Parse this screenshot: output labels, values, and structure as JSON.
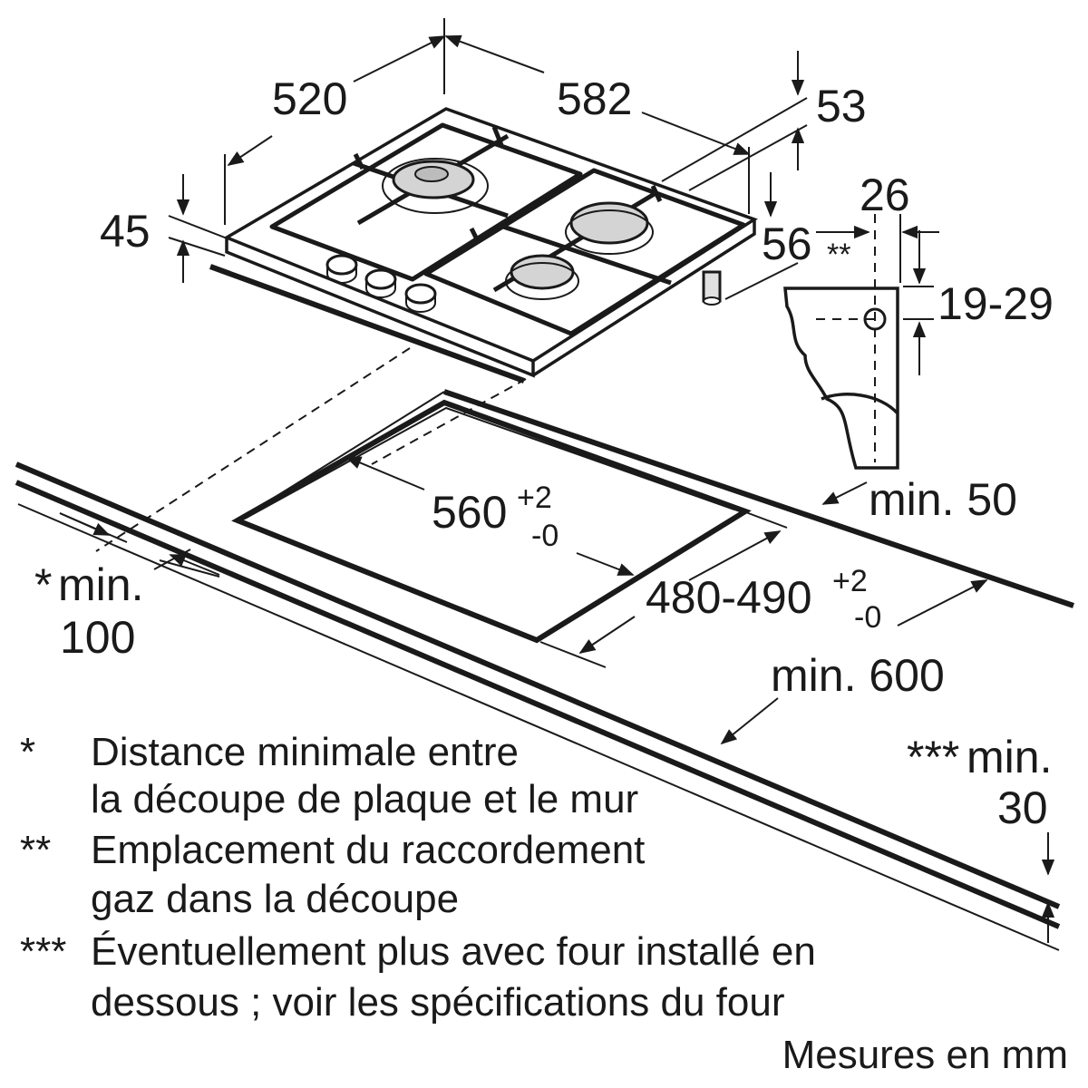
{
  "dimensions": {
    "depth": "520",
    "width": "582",
    "thickness_top": "53",
    "height": "45",
    "connector_offset": "56",
    "connector_offset_mark": "**",
    "bracket_width": "26",
    "bracket_range": "19-29",
    "cutout_width": "560",
    "cutout_width_tol_plus": "+2",
    "cutout_width_tol_minus": "-0",
    "cutout_depth": "480-490",
    "cutout_depth_tol_plus": "+2",
    "cutout_depth_tol_minus": "-0",
    "wall_min": "min. 50",
    "front_min_mark": "*",
    "front_min_label": "min.",
    "front_min_value": "100",
    "worktop_min": "min. 600",
    "below_min_mark": "***",
    "below_min_label": "min.",
    "below_min_value": "30"
  },
  "legend": [
    {
      "mark": "*",
      "line1": "Distance minimale entre",
      "line2": "la découpe de plaque et le mur"
    },
    {
      "mark": "**",
      "line1": "Emplacement du raccordement",
      "line2": "gaz dans la découpe"
    },
    {
      "mark": "***",
      "line1": "Éventuellement plus avec four installé en",
      "line2": "dessous ; voir les spécifications du four"
    }
  ],
  "units_note": "Mesures en mm"
}
